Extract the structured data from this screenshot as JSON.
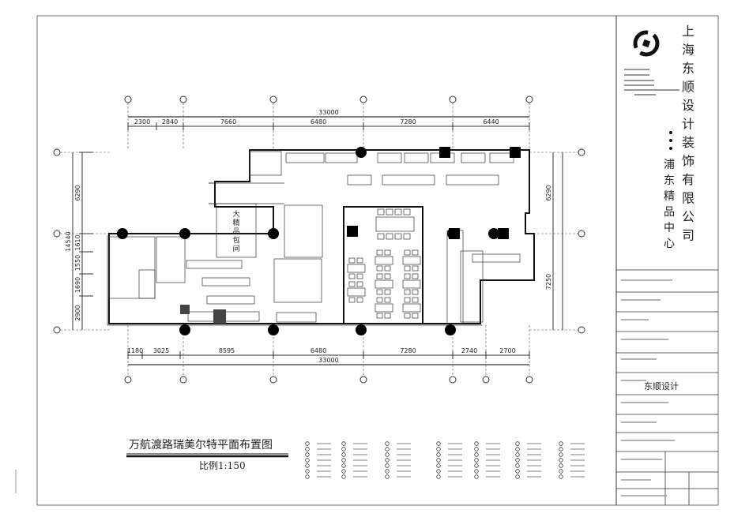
{
  "drawing": {
    "title": "万航渡路瑞美尔特平面布置图",
    "scale": "比例1:150"
  },
  "company": {
    "name_chars": [
      "上",
      "海",
      "东",
      "顺",
      "设",
      "计",
      "装",
      "饰",
      "有",
      "限",
      "公",
      "司"
    ],
    "branch_chars": [
      "浦",
      "东",
      "精",
      "品",
      "中",
      "心"
    ],
    "signature": "东顺设计"
  },
  "dimensions": {
    "top_total": "33000",
    "top_segments": [
      "2300",
      "2840",
      "7660",
      "6480",
      "7280",
      "6440"
    ],
    "bottom_total": "33000",
    "bottom_segments": [
      "1180",
      "3025",
      "8595",
      "6480",
      "7280",
      "2740",
      "2700"
    ],
    "left_total": "14540",
    "left_segments": [
      "6290",
      "1610",
      "1550",
      "1690",
      "2900"
    ],
    "right_segments": [
      "6290",
      "7250"
    ]
  },
  "rooms": {
    "private_room": [
      "大",
      "精",
      "品",
      "包",
      "间"
    ]
  },
  "colors": {
    "line": "#111111",
    "background": "#ffffff"
  }
}
